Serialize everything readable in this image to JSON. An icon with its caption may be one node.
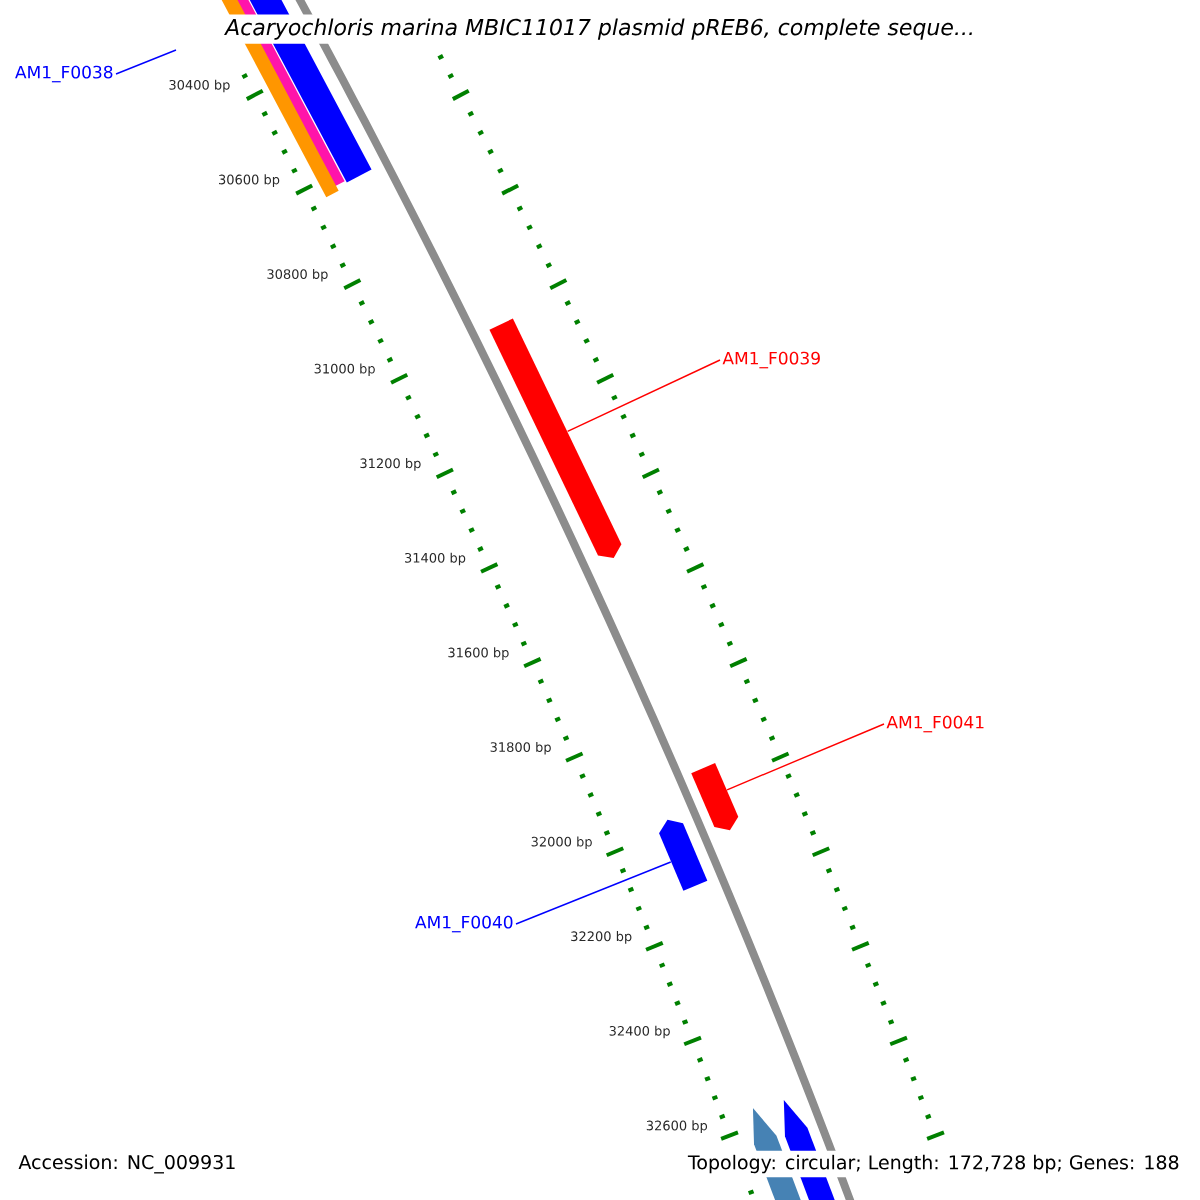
{
  "diagram": {
    "title": "Acaryochloris marina MBIC11017 plasmid pREB6, complete seque...",
    "nodes": [
      {
        "text": [
          "AM1_F0038"
        ]
      },
      {
        "text": [
          "AM1_F0039"
        ]
      },
      {
        "text": [],
        "shape": "bar"
      },
      {
        "text": [
          "AM1_F0041"
        ]
      },
      {
        "text": [],
        "shape": "bar"
      },
      {
        "text": [],
        "shape": "bar"
      },
      {
        "text": [
          "AM1_F0040"
        ]
      }
    ],
    "edges": [
      {
        "from": 0,
        "to": null,
        "arrow": "none",
        "color": "#0000ff"
      },
      {
        "from": 1,
        "to": 2,
        "arrow": "none",
        "color": "#ff0000"
      },
      {
        "from": 3,
        "to": 4,
        "arrow": "none",
        "color": "#ff0000"
      },
      {
        "from": 6,
        "to": 5,
        "arrow": "none",
        "color": "#0000ff"
      }
    ],
    "labels": [
      "30400 bp",
      "30600 bp",
      "30800 bp",
      "31000 bp",
      "31200 bp",
      "31400 bp",
      "31600 bp",
      "31800 bp",
      "32000 bp",
      "32200 bp",
      "32400 bp",
      "32600 bp",
      "Accession: NC_009931",
      "Topology: circular; Length: 172,728 bp; Genes: 188"
    ]
  }
}
